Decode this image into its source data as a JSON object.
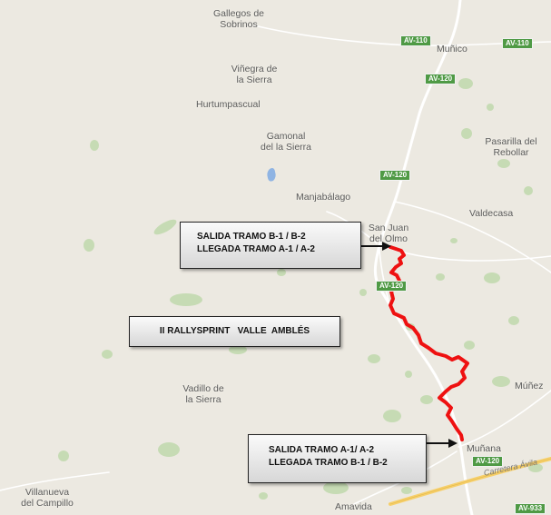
{
  "places": {
    "gallegos_1": "Gallegos de",
    "gallegos_2": "Sobrinos",
    "munico": "Muñico",
    "vinegra_1": "Viñegra de",
    "vinegra_2": "la Sierra",
    "hurtumpascual": "Hurtumpascual",
    "gamonal_1": "Gamonal",
    "gamonal_2": "del la Sierra",
    "pasarilla_1": "Pasarilla del",
    "pasarilla_2": "Rebollar",
    "manjabalago": "Manjabálago",
    "valdecasa": "Valdecasa",
    "sanjuan_1": "San Juan",
    "sanjuan_2": "del Olmo",
    "munez": "Múñez",
    "vadillo_1": "Vadillo de",
    "vadillo_2": "la Sierra",
    "munana": "Muñana",
    "villanueva_1": "Villanueva",
    "villanueva_2": "del Campillo",
    "amavida": "Amavida"
  },
  "roads": {
    "av110_a": "AV-110",
    "av110_b": "AV-110",
    "av120_a": "AV-120",
    "av120_b": "AV-120",
    "av120_c": "AV-120",
    "av120_d": "AV-120",
    "av933": "AV-933",
    "carretera_avila": "Carretera Ávila"
  },
  "callouts": {
    "top_line1": "SALIDA TRAMO B-1 / B-2",
    "top_line2": "LLEGADA TRAMO A-1 / A-2",
    "title": "II RALLYSPRINT   VALLE  AMBLÉS",
    "bottom_line1": "SALIDA TRAMO A-1/ A-2",
    "bottom_line2": "LLEGADA TRAMO B-1 / B-2"
  },
  "colors": {
    "land": "#ece9e1",
    "route": "#ee1111",
    "road": "#ffffff",
    "highway": "#f6cf6a",
    "forest": "#c6dbb4",
    "water": "#8fb4e3",
    "shield": "#4f9a45"
  }
}
